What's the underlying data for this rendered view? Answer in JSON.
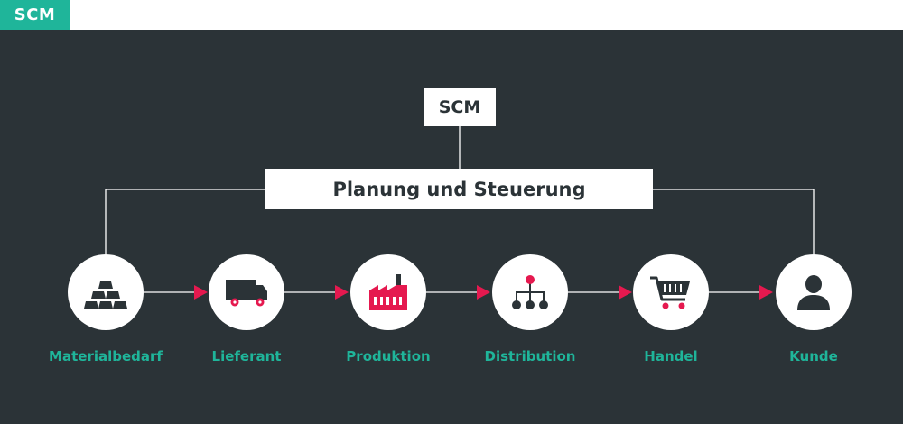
{
  "header": {
    "tag": "SCM"
  },
  "diagram": {
    "top_box": "SCM",
    "main_box": "Planung und Steuerung",
    "nodes": [
      {
        "label": "Materialbedarf",
        "icon": "gold-bars-icon"
      },
      {
        "label": "Lieferant",
        "icon": "truck-icon"
      },
      {
        "label": "Produktion",
        "icon": "factory-icon"
      },
      {
        "label": "Distribution",
        "icon": "hierarchy-icon"
      },
      {
        "label": "Handel",
        "icon": "shopping-cart-icon"
      },
      {
        "label": "Kunde",
        "icon": "user-icon"
      }
    ]
  },
  "colors": {
    "background": "#2b3337",
    "accent_teal": "#1fb59a",
    "accent_red": "#e5194f",
    "white": "#ffffff"
  }
}
